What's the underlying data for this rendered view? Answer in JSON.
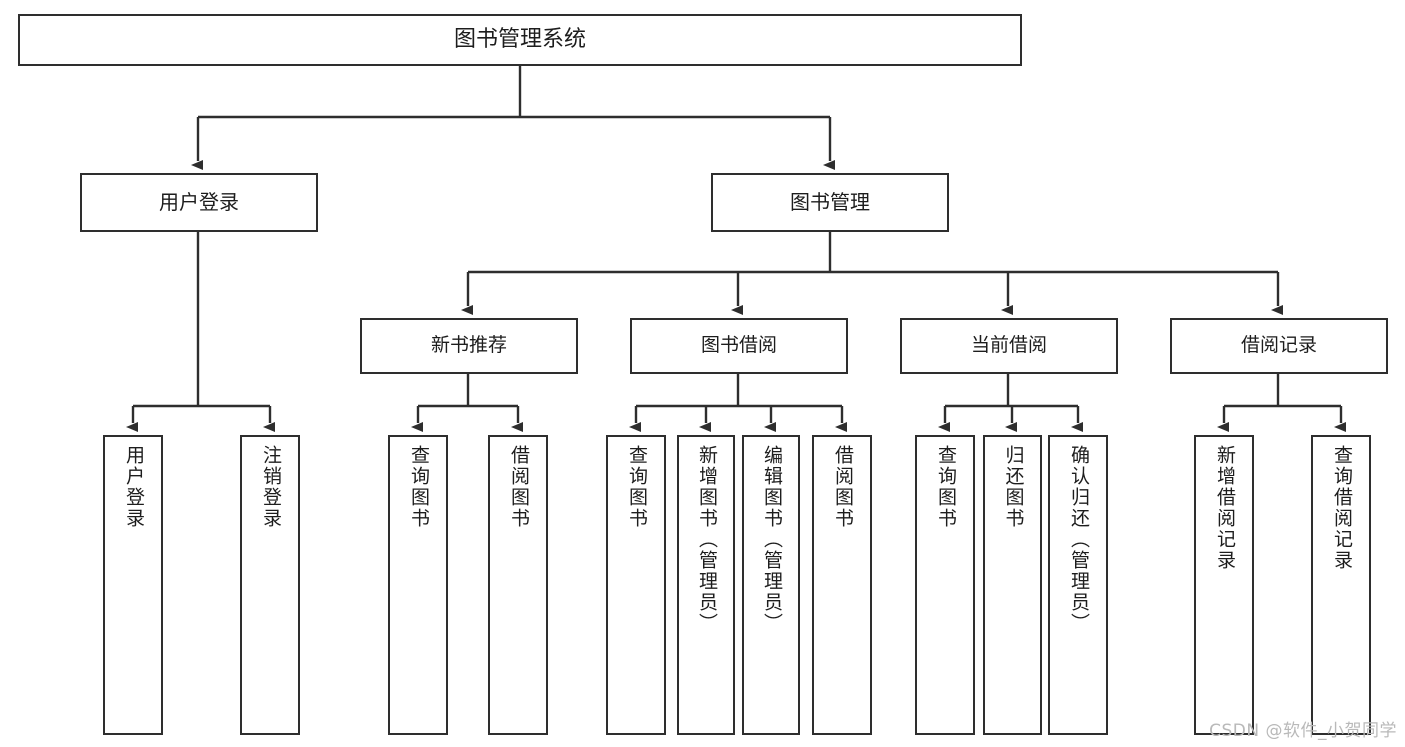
{
  "diagram": {
    "title": "图书管理系统",
    "watermark": "CSDN @软件_小贺同学",
    "stroke_color": "#2e2e2e",
    "fill_color": "#ffffff",
    "text_color": "#1d1d1d",
    "watermark_color": "#b9b9b9",
    "nodes": {
      "root": "图书管理系统",
      "user_login": "用户登录",
      "book_manage": "图书管理",
      "new_book_rec": "新书推荐",
      "book_borrow": "图书借阅",
      "current_borrow": "当前借阅",
      "borrow_record": "借阅记录",
      "leaf_user_login": "用户登录",
      "leaf_logout": "注销登录",
      "leaf_query_book_1": "查询图书",
      "leaf_borrow_book_1": "借阅图书",
      "leaf_query_book_2": "查询图书",
      "leaf_add_book": "新增图书（管理员）",
      "leaf_edit_book": "编辑图书（管理员）",
      "leaf_borrow_book_2": "借阅图书",
      "leaf_query_book_3": "查询图书",
      "leaf_return_book": "归还图书",
      "leaf_confirm_return": "确认归还（管理员）",
      "leaf_add_record": "新增借阅记录",
      "leaf_query_record": "查询借阅记录"
    }
  }
}
